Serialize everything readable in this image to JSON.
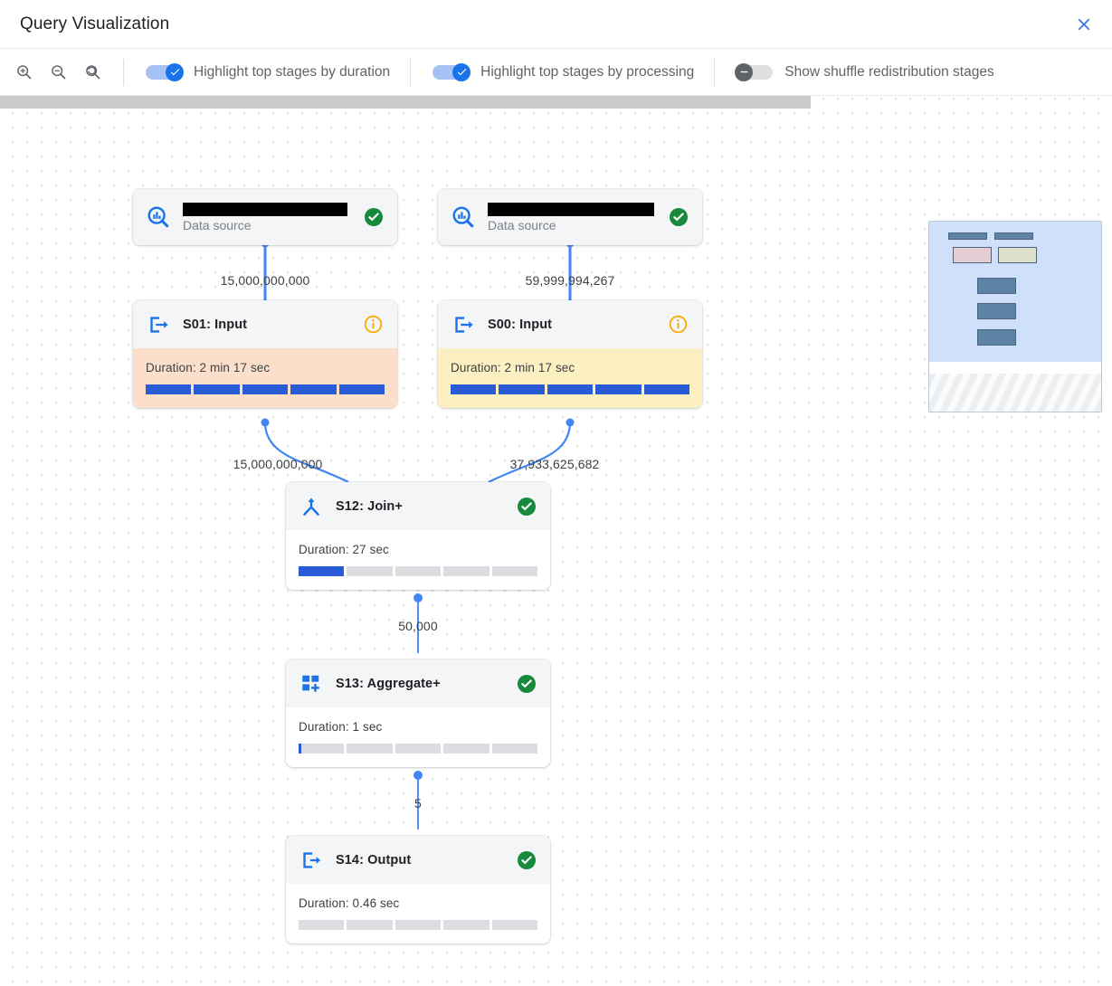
{
  "header": {
    "title": "Query Visualization",
    "close_icon": "close-icon"
  },
  "toolbar": {
    "zoom_in_icon": "zoom-in-icon",
    "zoom_out_icon": "zoom-out-icon",
    "zoom_reset_icon": "zoom-reset-icon",
    "toggles": [
      {
        "label": "Highlight top stages by duration",
        "state": "on"
      },
      {
        "label": "Highlight top stages by processing",
        "state": "on"
      },
      {
        "label": "Show shuffle redistribution stages",
        "state": "off"
      }
    ]
  },
  "graph": {
    "nodes": [
      {
        "id": "ds-left",
        "kind": "data-source",
        "title": "",
        "subtitle": "Data source",
        "redacted": true,
        "icon": "data-source-search-icon",
        "status": "success"
      },
      {
        "id": "ds-right",
        "kind": "data-source",
        "title": "",
        "subtitle": "Data source",
        "redacted": true,
        "icon": "data-source-search-icon",
        "status": "success"
      },
      {
        "id": "s01",
        "kind": "stage",
        "title": "S01: Input",
        "icon": "input-arrow-icon",
        "status": "info",
        "duration_label": "Duration: 2 min 17 sec",
        "progress_pct": 100,
        "highlight": "orange"
      },
      {
        "id": "s00",
        "kind": "stage",
        "title": "S00: Input",
        "icon": "input-arrow-icon",
        "status": "info",
        "duration_label": "Duration: 2 min 17 sec",
        "progress_pct": 100,
        "highlight": "yellow"
      },
      {
        "id": "s12",
        "kind": "stage",
        "title": "S12: Join+",
        "icon": "join-merge-icon",
        "status": "success",
        "duration_label": "Duration: 27 sec",
        "progress_pct": 20,
        "highlight": "none"
      },
      {
        "id": "s13",
        "kind": "stage",
        "title": "S13: Aggregate+",
        "icon": "aggregate-squares-icon",
        "status": "success",
        "duration_label": "Duration: 1 sec",
        "progress_pct": 1,
        "highlight": "none"
      },
      {
        "id": "s14",
        "kind": "stage",
        "title": "S14: Output",
        "icon": "output-arrow-icon",
        "status": "success",
        "duration_label": "Duration: 0.46 sec",
        "progress_pct": 0,
        "highlight": "none"
      }
    ],
    "edge_labels": [
      {
        "from": "ds-left",
        "to": "s01",
        "value": "15,000,000,000"
      },
      {
        "from": "ds-right",
        "to": "s00",
        "value": "59,999,994,267"
      },
      {
        "from": "s01",
        "to": "s12",
        "value": "15,000,000,000"
      },
      {
        "from": "s00",
        "to": "s12",
        "value": "37,933,625,682"
      },
      {
        "from": "s12",
        "to": "s13",
        "value": "50,000"
      },
      {
        "from": "s13",
        "to": "s14",
        "value": "5"
      }
    ]
  },
  "minimap": {
    "name": "graph-minimap"
  },
  "colors": {
    "accent": "#1a73e8",
    "progress_fill": "#2a5bd7",
    "success": "#188038",
    "info": "#f9ab00",
    "highlight_orange": "#fbdfcb",
    "highlight_yellow": "#fcf0c2",
    "edge": "#4285f4"
  }
}
